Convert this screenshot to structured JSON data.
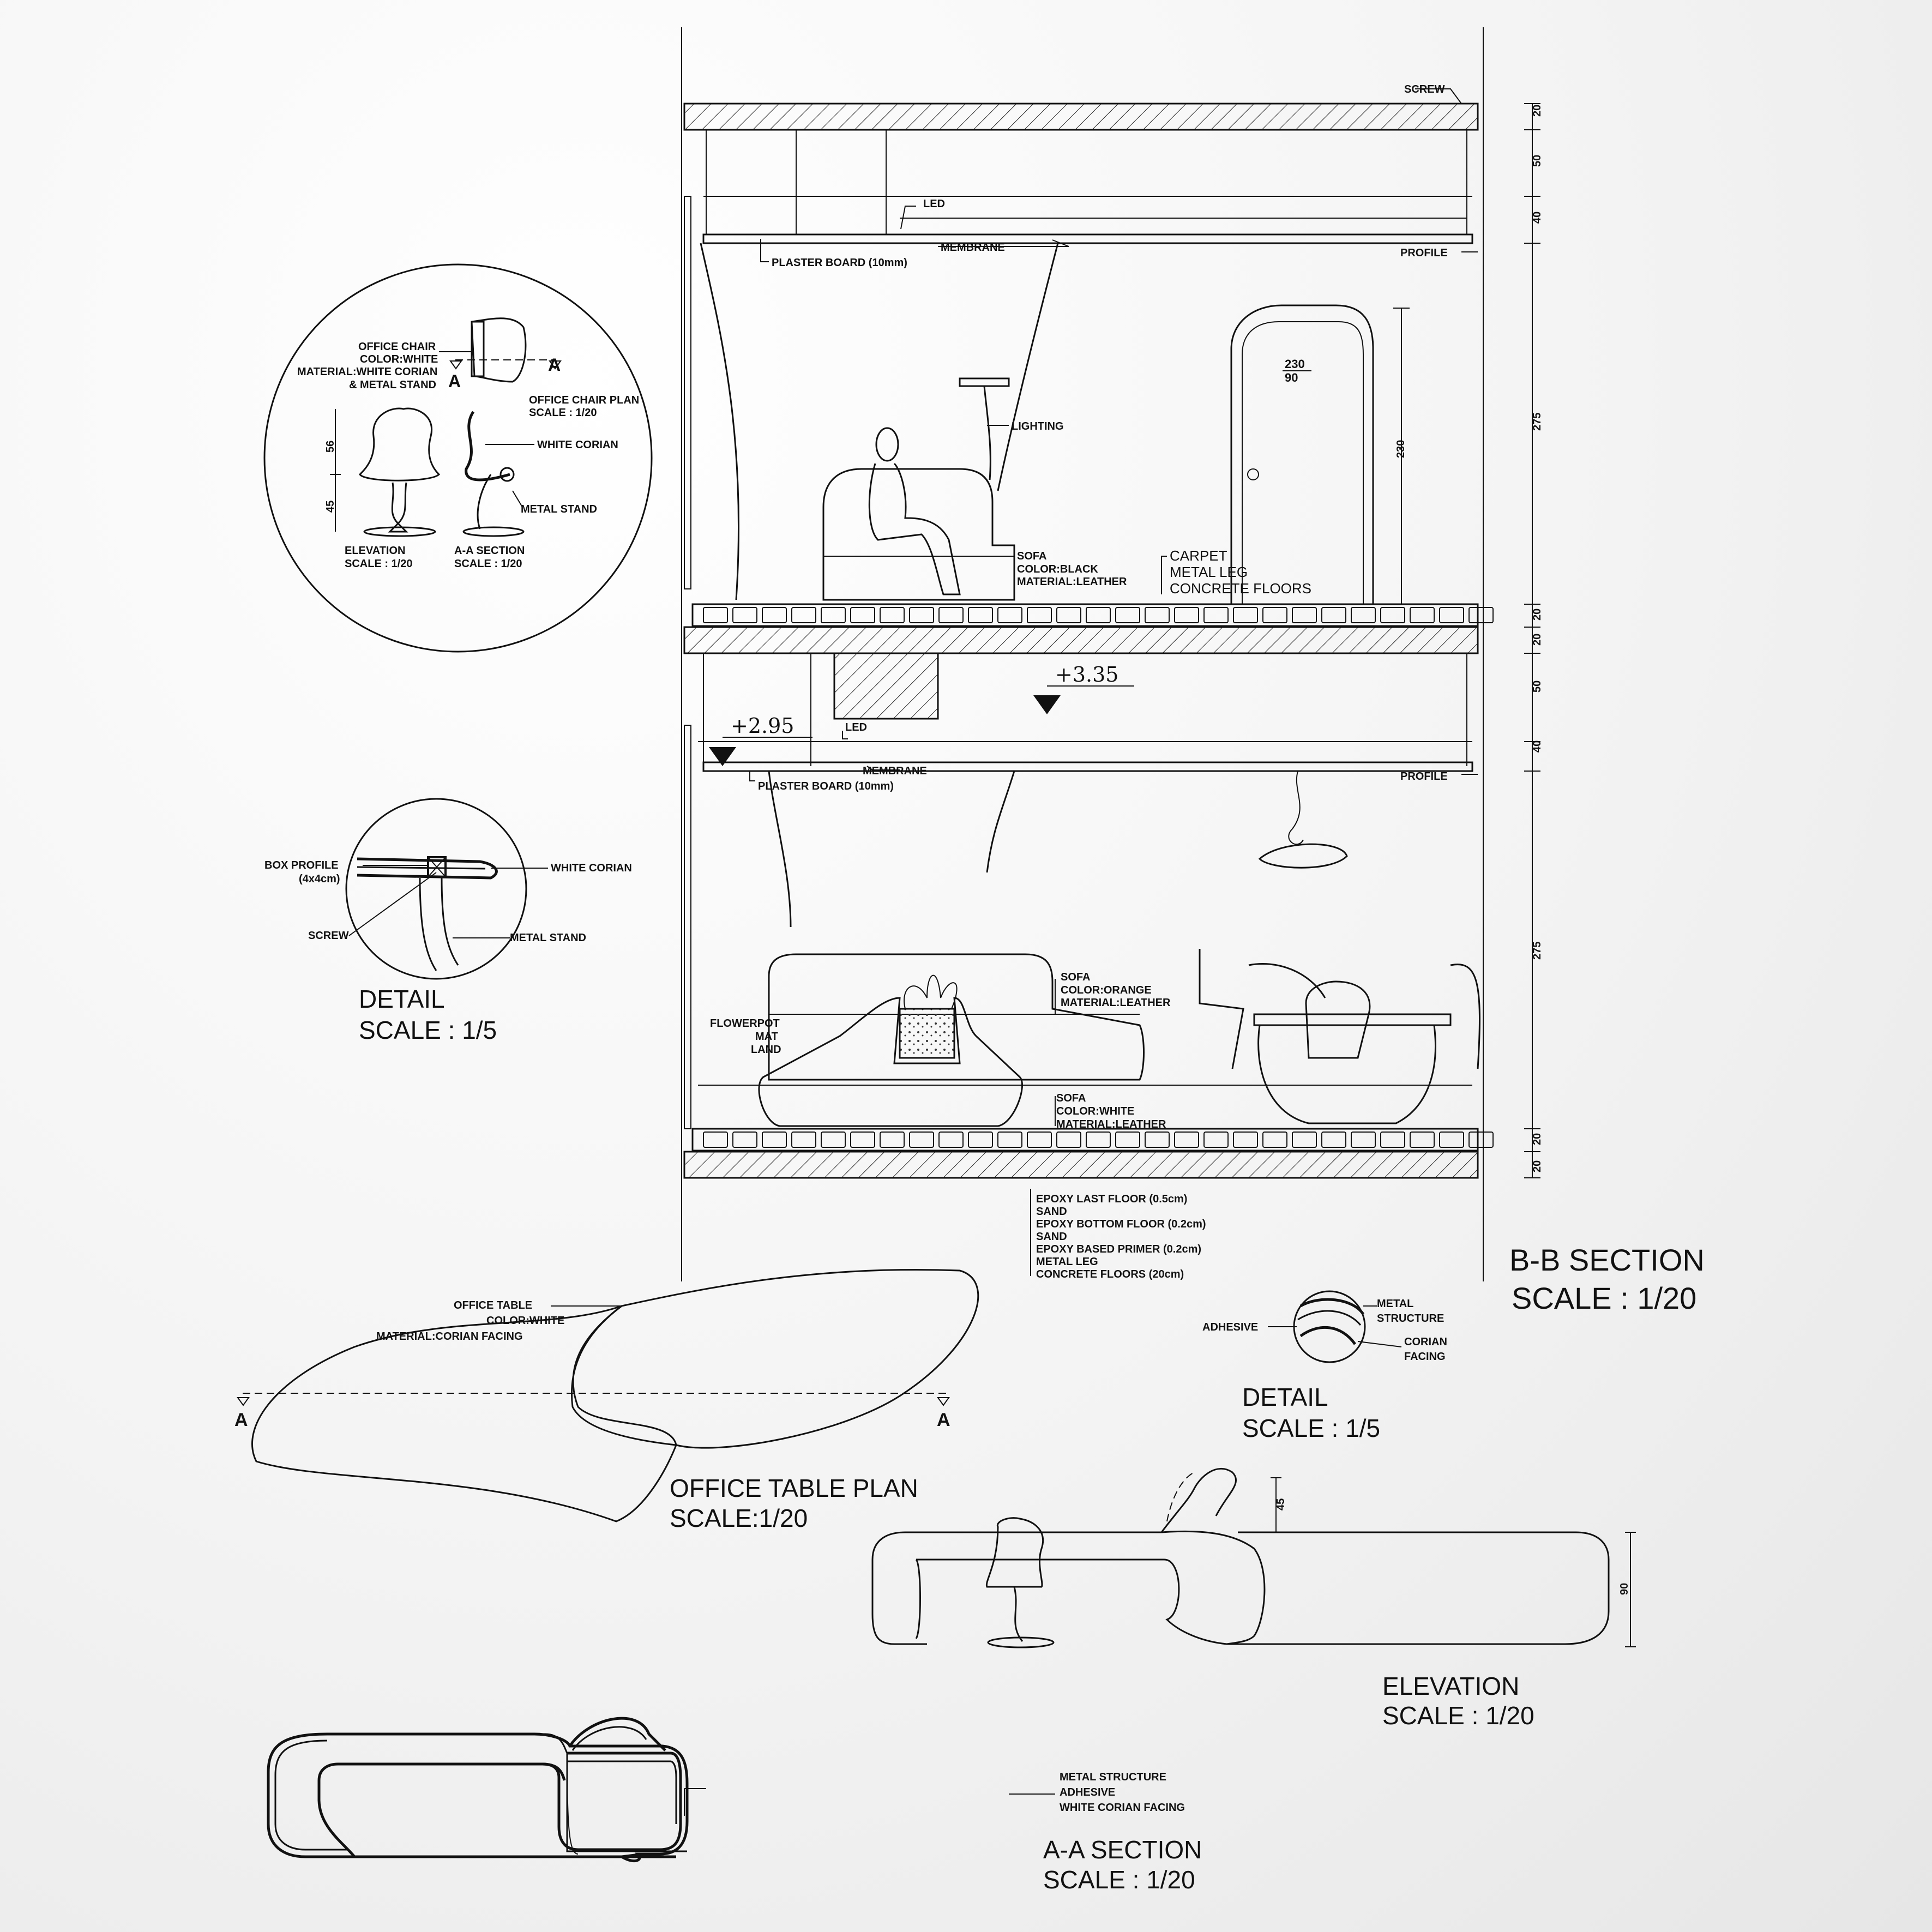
{
  "section_bb": {
    "title": "B-B SECTION",
    "scale": "SCALE : 1/20",
    "upper": {
      "screw": "SCREW",
      "led": "LED",
      "membrane": "MEMBRANE",
      "plaster_board": "PLASTER BOARD (10mm)",
      "profile": "PROFILE",
      "lighting": "LIGHTING",
      "sofa": [
        "SOFA",
        "COLOR:BLACK",
        "MATERIAL:LEATHER"
      ],
      "floor": [
        "CARPET",
        "METAL LEG",
        "CONCRETE FLOORS"
      ],
      "door_size": [
        "230",
        "90"
      ],
      "door_height": "230"
    },
    "lower": {
      "level_high": "+3.35",
      "level_low": "+2.95",
      "led": "LED",
      "membrane": "MEMBRANE",
      "plaster_board": "PLASTER BOARD (10mm)",
      "profile": "PROFILE",
      "sofa_orange": [
        "SOFA",
        "COLOR:ORANGE",
        "MATERIAL:LEATHER"
      ],
      "flowerpot": [
        "FLOWERPOT",
        "MAT",
        "LAND"
      ],
      "sofa_white": [
        "SOFA",
        "COLOR:WHITE",
        "MATERIAL:LEATHER"
      ],
      "floor_layers": [
        "EPOXY LAST FLOOR (0.5cm)",
        "SAND",
        "EPOXY BOTTOM FLOOR (0.2cm)",
        "SAND",
        "EPOXY BASED PRIMER (0.2cm)",
        "METAL LEG",
        "CONCRETE FLOORS (20cm)"
      ]
    },
    "dims": [
      "20",
      "50",
      "40",
      "275",
      "20",
      "20",
      "50",
      "40",
      "275",
      "20",
      "20"
    ]
  },
  "chair_detail": {
    "label": [
      "OFFICE CHAIR",
      "COLOR:WHITE",
      "MATERIAL:WHITE CORIAN",
      "& METAL STAND"
    ],
    "marker_a": "A",
    "plan": [
      "OFFICE CHAIR PLAN",
      "SCALE : 1/20"
    ],
    "white_corian": "WHITE CORIAN",
    "metal_stand": "METAL STAND",
    "elevation": [
      "ELEVATION",
      "SCALE : 1/20"
    ],
    "aa_section": [
      "A-A SECTION",
      "SCALE : 1/20"
    ],
    "dims": [
      "56",
      "45"
    ]
  },
  "detail_15": {
    "box_profile": [
      "BOX PROFILE",
      "(4x4cm)"
    ],
    "white_corian": "WHITE CORIAN",
    "screw": "SCREW",
    "metal_stand": "METAL STAND",
    "title": "DETAIL",
    "scale": "SCALE : 1/5"
  },
  "table_plan": {
    "label": [
      "OFFICE TABLE",
      "COLOR:WHITE",
      "MATERIAL:CORIAN FACING"
    ],
    "marker": "A",
    "title": "OFFICE TABLE PLAN",
    "scale": "SCALE:1/20"
  },
  "detail_adhesive": {
    "adhesive": "ADHESIVE",
    "metal": [
      "METAL",
      "STRUCTURE"
    ],
    "corian": [
      "CORIAN",
      "FACING"
    ],
    "title": "DETAIL",
    "scale": "SCALE : 1/5"
  },
  "elevation": {
    "title": "ELEVATION",
    "scale": "SCALE : 1/20",
    "dims": [
      "45",
      "90"
    ]
  },
  "aa_section": {
    "labels": [
      "METAL STRUCTURE",
      "ADHESIVE",
      "WHITE CORIAN FACING"
    ],
    "title": "A-A SECTION",
    "scale": "SCALE : 1/20"
  }
}
